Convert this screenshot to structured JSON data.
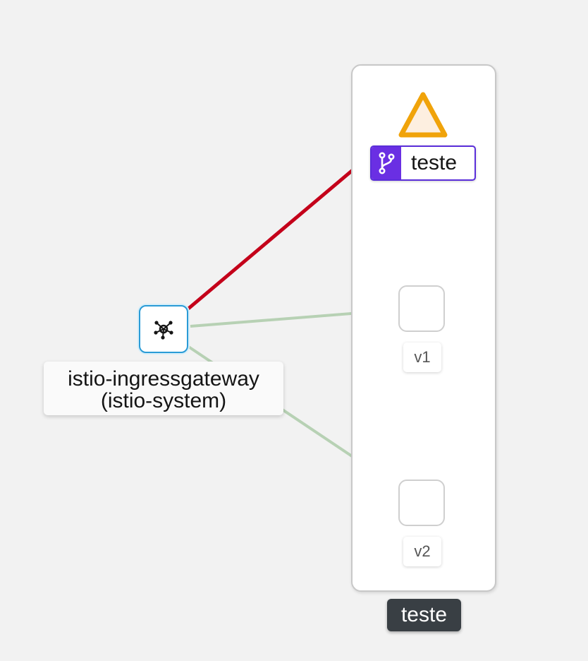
{
  "graph": {
    "app_box": {
      "label": "teste"
    },
    "service": {
      "label": "teste",
      "status": "warning",
      "icon": "branch-icon"
    },
    "workloads": [
      {
        "label": "v1"
      },
      {
        "label": "v2"
      }
    ],
    "gateway": {
      "name": "istio-ingressgateway",
      "namespace": "(istio-system)",
      "icon": "gateway-icon"
    },
    "edges": [
      {
        "from": "gateway",
        "to": "service",
        "status": "error"
      },
      {
        "from": "gateway",
        "to": "v1",
        "status": "healthy"
      },
      {
        "from": "gateway",
        "to": "v2",
        "status": "healthy"
      }
    ]
  },
  "colors": {
    "background": "#f2f2f2",
    "error_edge": "#c4001a",
    "healthy_edge": "#b7d1b4",
    "warning": "#f0a30a",
    "service_badge": "#6a2fe3",
    "gateway_border": "#2a9bd6",
    "box_label_bg": "#393f44"
  }
}
